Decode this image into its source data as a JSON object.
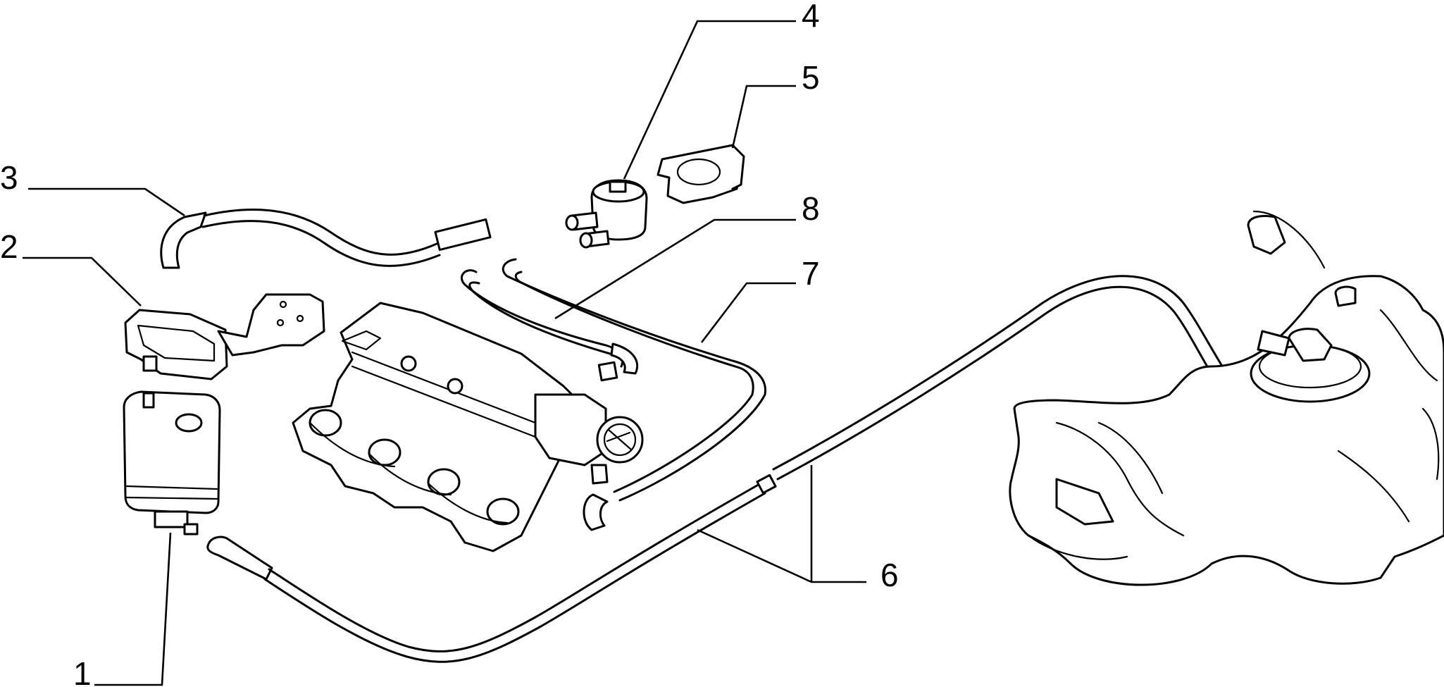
{
  "diagram": {
    "callouts": [
      {
        "id": "1",
        "text": "1"
      },
      {
        "id": "2",
        "text": "2"
      },
      {
        "id": "3",
        "text": "3"
      },
      {
        "id": "4",
        "text": "4"
      },
      {
        "id": "5",
        "text": "5"
      },
      {
        "id": "6",
        "text": "6"
      },
      {
        "id": "7",
        "text": "7"
      },
      {
        "id": "8",
        "text": "8"
      }
    ]
  }
}
